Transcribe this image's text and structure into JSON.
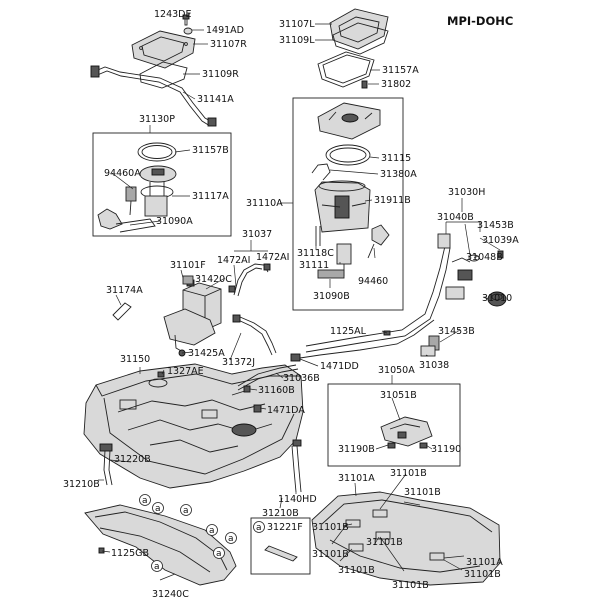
{
  "diagram": {
    "title": "MPI-DOHC",
    "callout_letter": "a",
    "labels": {
      "p1243DE": "1243DE",
      "p1491AD": "1491AD",
      "p31107R": "31107R",
      "p31109R": "31109R",
      "p31141A": "31141A",
      "p31130P": "31130P",
      "p31157B": "31157B",
      "p94460A": "94460A",
      "p31117A": "31117A",
      "p31090A": "31090A",
      "p31107L": "31107L",
      "p31109L": "31109L",
      "p31157A": "31157A",
      "p31802": "31802",
      "p31115": "31115",
      "p31380A": "31380A",
      "p31110A": "31110A",
      "p31911B": "31911B",
      "p31118C": "31118C",
      "p31111": "31111",
      "p94460": "94460",
      "p31090B": "31090B",
      "p31030H": "31030H",
      "p31040B": "31040B",
      "p31453B_a": "31453B",
      "p31039A": "31039A",
      "p31048B": "31048B",
      "p31010": "31010",
      "p31037": "31037",
      "p1472AI_a": "1472AI",
      "p1472AI_b": "1472AI",
      "p31101F": "31101F",
      "p31420C": "31420C",
      "p31174A": "31174A",
      "p31425A": "31425A",
      "p31372J": "31372J",
      "p1125AL": "1125AL",
      "p31453B_b": "31453B",
      "p31038": "31038",
      "p31150": "31150",
      "p1327AE": "1327AE",
      "p1471DD": "1471DD",
      "p31036B": "31036B",
      "p31160B": "31160B",
      "p1471DA": "1471DA",
      "p31050A": "31050A",
      "p31051B": "31051B",
      "p31190B": "31190B",
      "p31190": "31190",
      "p31220B": "31220B",
      "p31210B_a": "31210B",
      "p1140HD": "1140HD",
      "p31210B_b": "31210B",
      "p31101A_1": "31101A",
      "p31101B_1": "31101B",
      "p31101B_2": "31101B",
      "p31101B_3": "31101B",
      "p31101B_4": "31101B",
      "p31101B_5": "31101B",
      "p31101B_6": "31101B",
      "p31101B_7": "31101B",
      "p31101A_2": "31101A",
      "p31101B_8": "31101B",
      "p1125GB": "1125GB",
      "p31240C": "31240C",
      "p31221F": "31221F"
    }
  }
}
